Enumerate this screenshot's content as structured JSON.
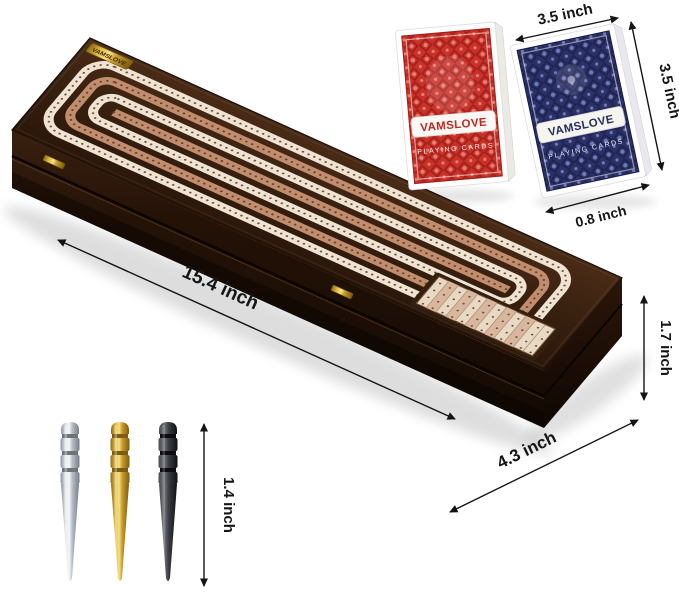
{
  "board": {
    "brand_plaque": "VAMSLOVE",
    "colors": {
      "wood": "#35200f",
      "inlay_maple": "#efe3d3",
      "inlay_copper": "#c08d6f",
      "hardware_gold": "#c9a227"
    }
  },
  "card_decks": {
    "red": {
      "brand": "VAMSLOVE",
      "title": "PLAYING CARDS",
      "color": "#c93129"
    },
    "blue": {
      "brand": "VAMSLOVE",
      "title": "PLAYING CARDS",
      "color": "#2b3166"
    }
  },
  "pegs": {
    "finishes": [
      "silver",
      "gold",
      "black"
    ]
  },
  "annotations": {
    "card_width": "3.5 inch",
    "card_height": "3.5 inch",
    "card_thickness": "0.8 inch",
    "board_length": "15.4 inch",
    "board_height": "1.7 inch",
    "board_width": "4.3 inch",
    "peg_height": "1.4 inch"
  }
}
